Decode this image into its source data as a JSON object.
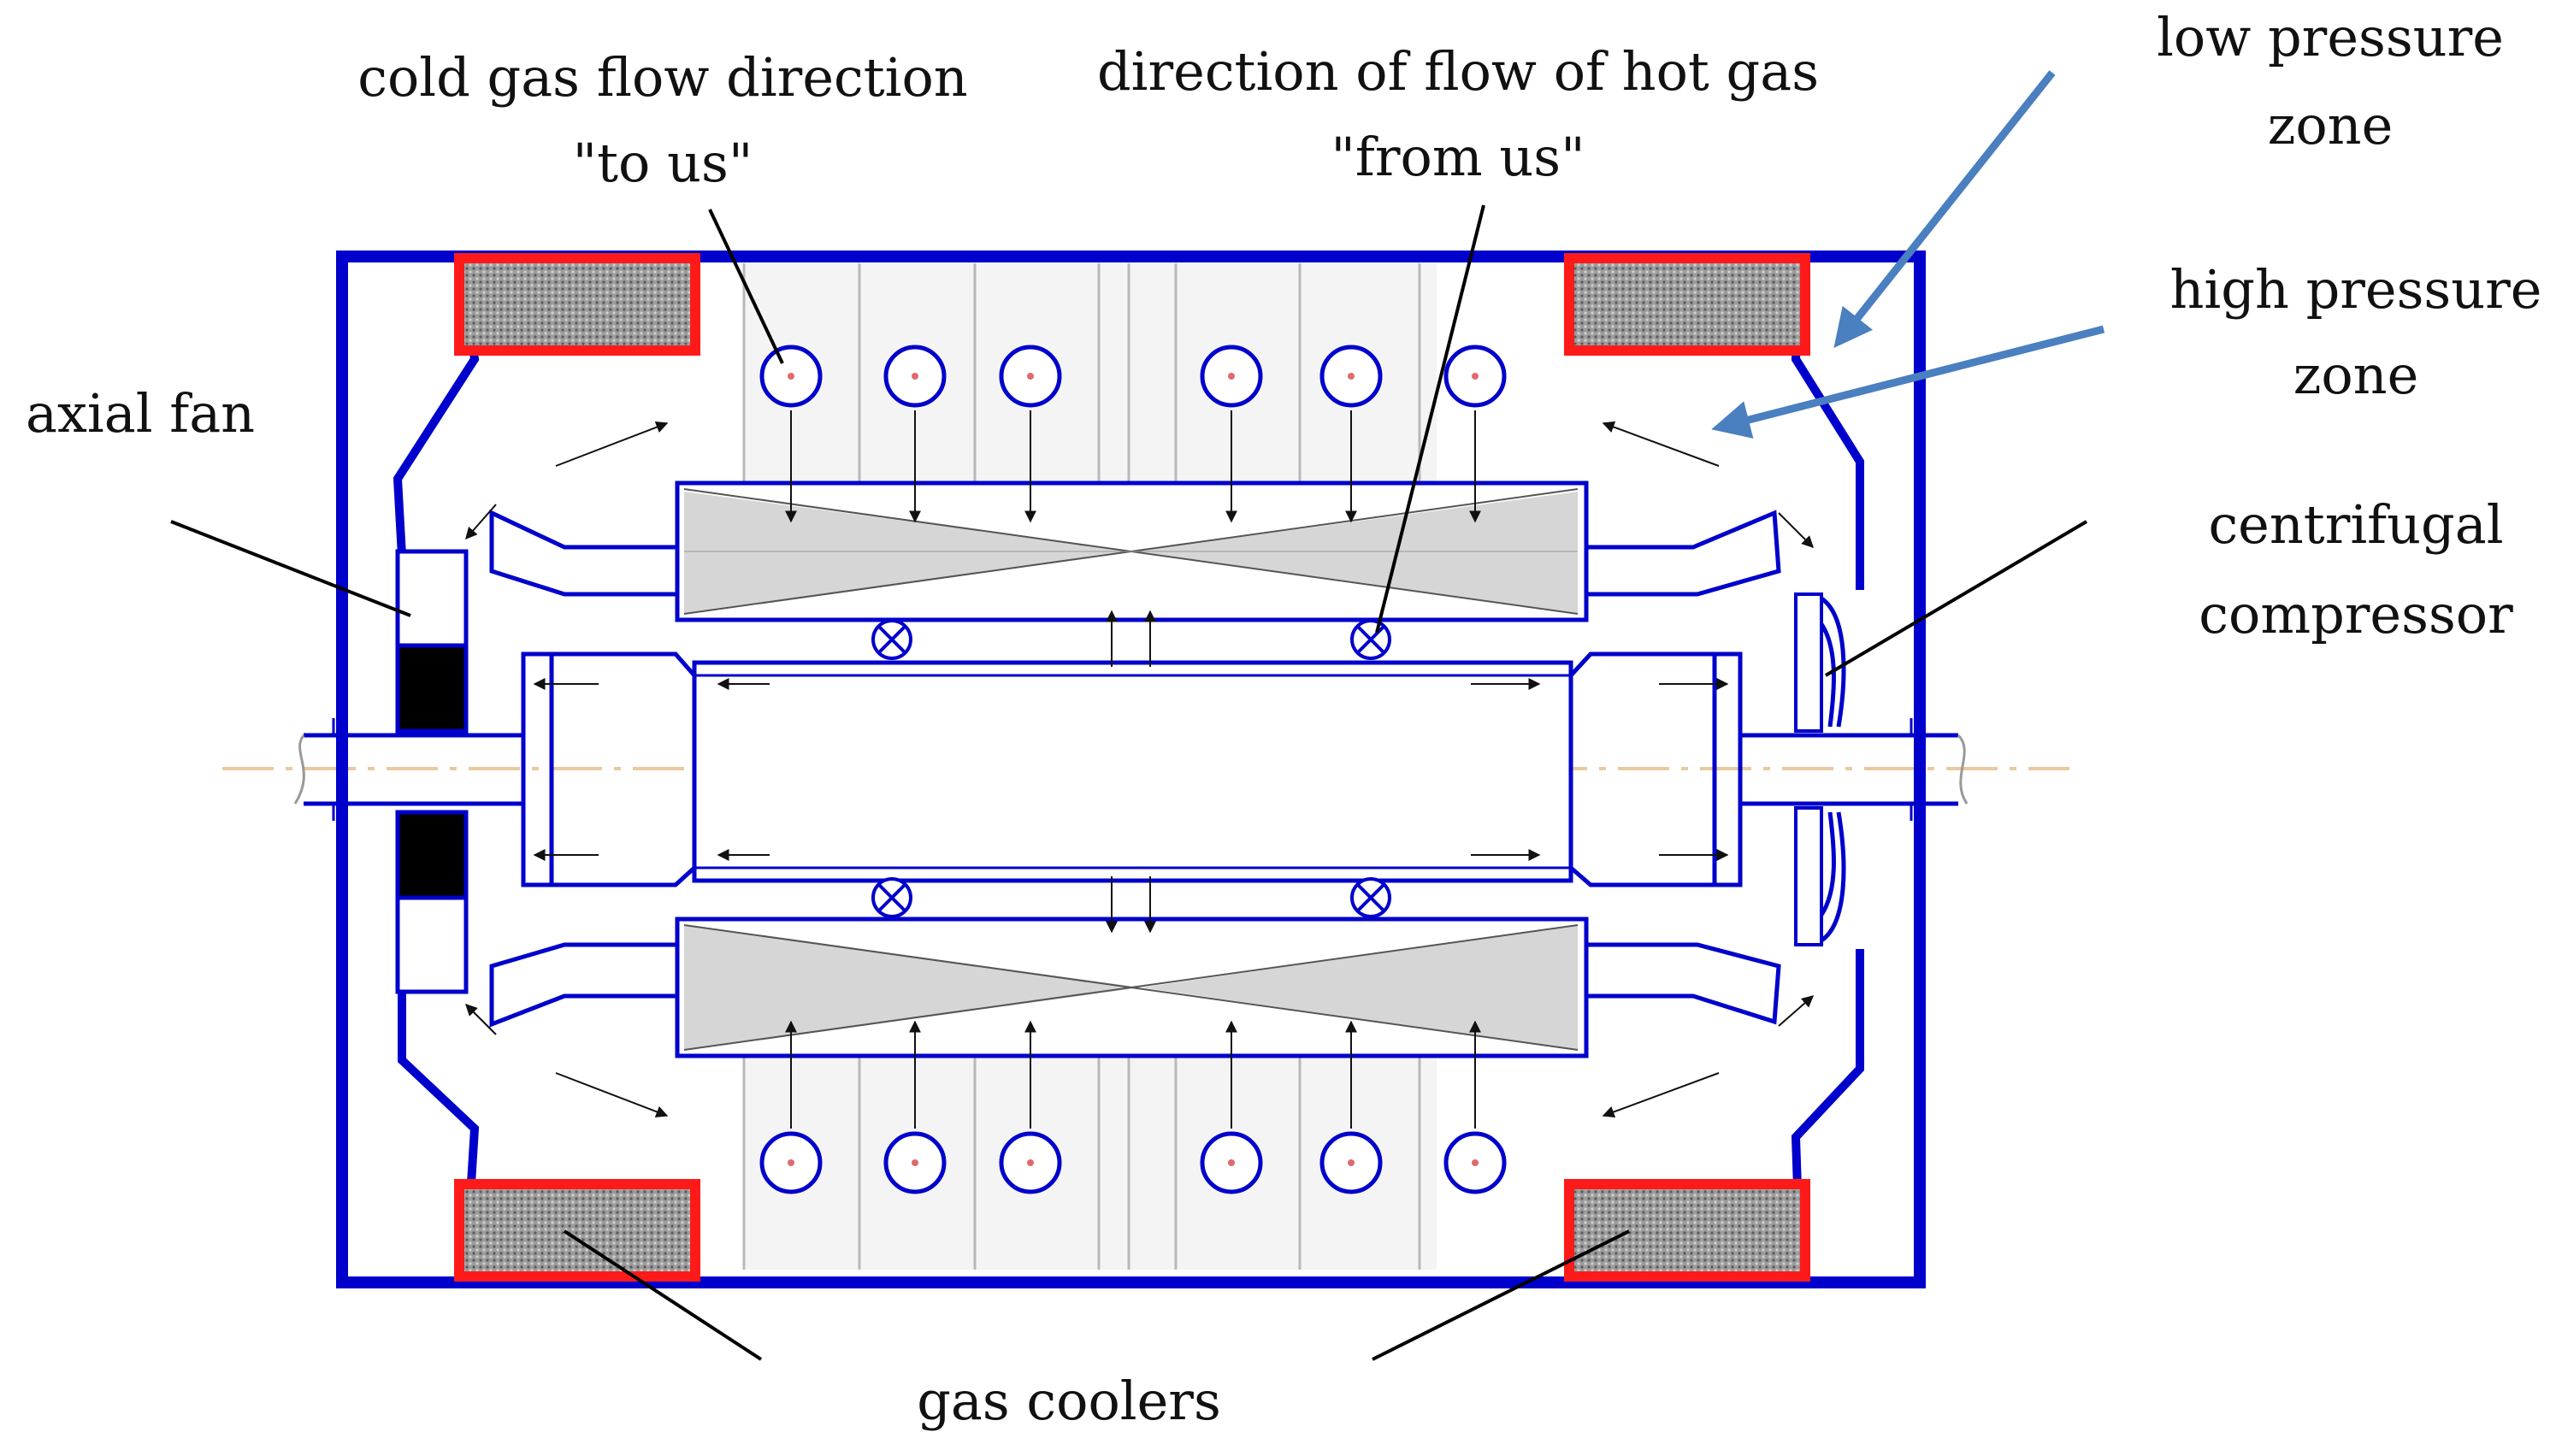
{
  "labels": {
    "cold_gas": "cold gas flow direction",
    "to_us": "\"to us\"",
    "hot_gas": "direction of flow of hot gas",
    "from_us": "\"from us\"",
    "low_pressure_1": "low pressure",
    "low_pressure_2": "zone",
    "high_pressure_1": "high pressure",
    "high_pressure_2": "zone",
    "axial_fan": "axial fan",
    "centrifugal_1": "centrifugal",
    "centrifugal_2": "compressor",
    "gas_coolers": "gas coolers"
  },
  "colors": {
    "frame": "#0000cc",
    "cooler_border": "#ff1a1a",
    "cooler_fill": "#a9a9a9",
    "zone_arrow": "#4a7fc0",
    "leader": "#000000"
  },
  "icons": {
    "cold_gas_symbol": "circle-dot-icon",
    "hot_gas_symbol": "circle-x-icon"
  }
}
